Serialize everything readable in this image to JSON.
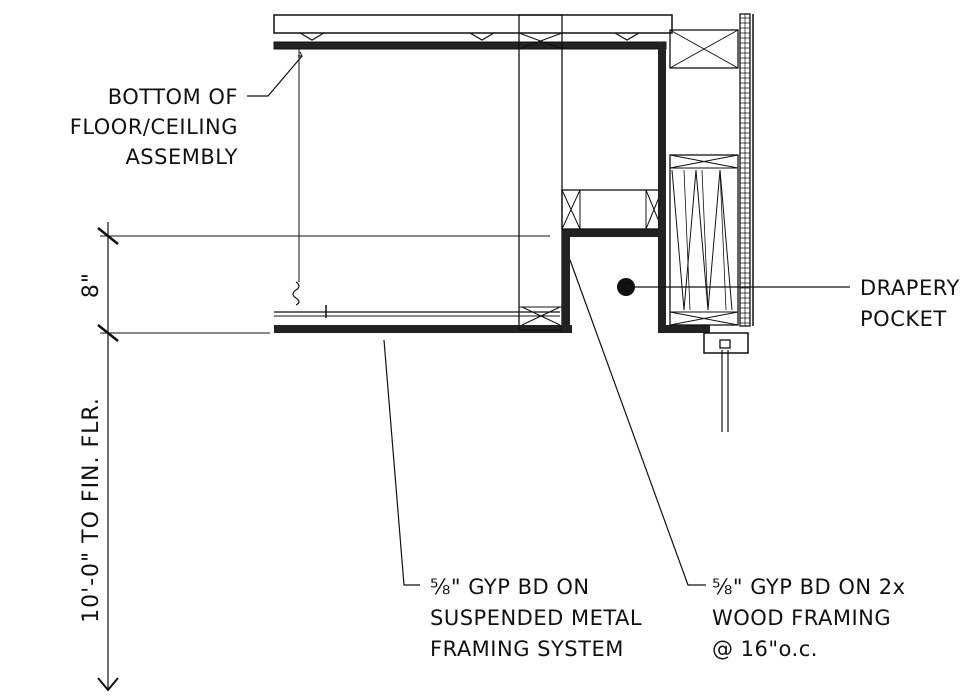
{
  "colors": {
    "ink": "#111111",
    "paper": "#ffffff"
  },
  "labels": {
    "bottom_of_assembly": [
      "BOTTOM OF",
      "FLOOR/CEILING",
      "ASSEMBLY"
    ],
    "drapery_pocket": [
      "DRAPERY",
      "POCKET"
    ],
    "gyp_suspended": [
      "⅝\" GYP BD ON",
      "SUSPENDED METAL",
      "FRAMING SYSTEM"
    ],
    "gyp_wood": [
      "⅝\" GYP BD ON 2x",
      "WOOD FRAMING",
      "@ 16\"o.c."
    ]
  },
  "dimensions": {
    "soffit_drop": "8\"",
    "ceiling_height": "10'-0\" TO FIN. FLR."
  }
}
